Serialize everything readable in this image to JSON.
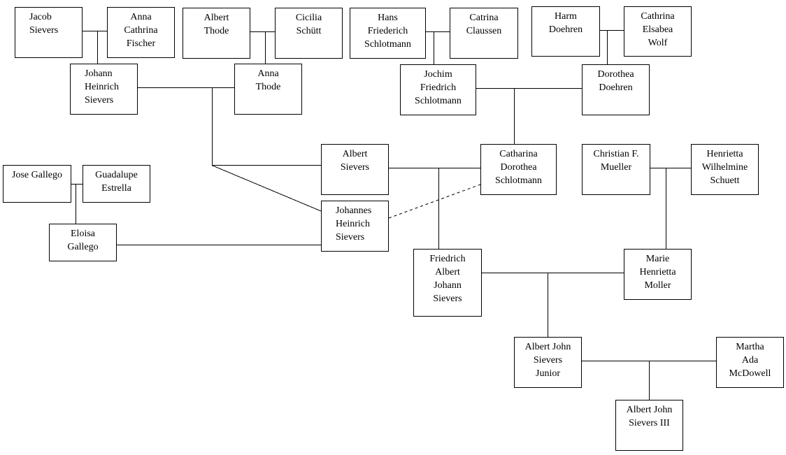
{
  "diagram": {
    "type": "family-tree",
    "colors": {
      "line": "#000000",
      "box_border": "#000000",
      "box_fill": "#ffffff",
      "text": "#000000"
    },
    "people": [
      {
        "id": "jacob-sievers",
        "lines": [
          "Jacob",
          "Sievers"
        ]
      },
      {
        "id": "anna-cathrina-fischer",
        "lines": [
          "Anna",
          "Cathrina",
          "Fischer"
        ]
      },
      {
        "id": "albert-thode",
        "lines": [
          "Albert",
          "Thode"
        ]
      },
      {
        "id": "cicilia-schutt",
        "lines": [
          "Cicilia",
          "Schütt"
        ]
      },
      {
        "id": "hans-friederich-schlotmann",
        "lines": [
          "Hans",
          "Friederich",
          "Schlotmann"
        ]
      },
      {
        "id": "catrina-claussen",
        "lines": [
          "Catrina",
          "Claussen"
        ]
      },
      {
        "id": "harm-doehren",
        "lines": [
          "Harm",
          "Doehren"
        ]
      },
      {
        "id": "cathrina-elsabea-wolf",
        "lines": [
          "Cathrina",
          "Elsabea",
          "Wolf"
        ]
      },
      {
        "id": "johann-heinrich-sievers",
        "lines": [
          "Johann",
          "Heinrich",
          "Sievers"
        ]
      },
      {
        "id": "anna-thode",
        "lines": [
          "Anna",
          "Thode"
        ]
      },
      {
        "id": "jochim-friedrich-schlotmann",
        "lines": [
          "Jochim",
          "Friedrich",
          "Schlotmann"
        ]
      },
      {
        "id": "dorothea-doehren",
        "lines": [
          "Dorothea",
          "Doehren"
        ]
      },
      {
        "id": "jose-gallego",
        "lines": [
          "Jose Gallego"
        ]
      },
      {
        "id": "guadalupe-estrella",
        "lines": [
          "Guadalupe",
          "Estrella"
        ]
      },
      {
        "id": "albert-sievers",
        "lines": [
          "Albert",
          "Sievers"
        ]
      },
      {
        "id": "catharina-dorothea-schlotmann",
        "lines": [
          "Catharina",
          "Dorothea",
          "Schlotmann"
        ]
      },
      {
        "id": "christian-f-mueller",
        "lines": [
          "Christian F.",
          "Mueller"
        ]
      },
      {
        "id": "henrietta-wilhelmine-schuett",
        "lines": [
          "Henrietta",
          "Wilhelmine",
          "Schuett"
        ]
      },
      {
        "id": "johannes-heinrich-sievers",
        "lines": [
          "Johannes",
          "Heinrich",
          "Sievers"
        ]
      },
      {
        "id": "eloisa-gallego",
        "lines": [
          "Eloisa",
          "Gallego"
        ]
      },
      {
        "id": "friedrich-albert-johann-sievers",
        "lines": [
          "Friedrich",
          "Albert",
          "Johann",
          "Sievers"
        ]
      },
      {
        "id": "marie-henrietta-moller",
        "lines": [
          "Marie",
          "Henrietta",
          "Moller"
        ]
      },
      {
        "id": "albert-john-sievers-junior",
        "lines": [
          "Albert John",
          "Sievers",
          "Junior"
        ]
      },
      {
        "id": "martha-ada-mcdowell",
        "lines": [
          "Martha",
          "Ada",
          "McDowell"
        ]
      },
      {
        "id": "albert-john-sievers-iii",
        "lines": [
          "Albert John",
          "Sievers III"
        ]
      }
    ],
    "unions": [
      {
        "partners": [
          "jacob-sievers",
          "anna-cathrina-fischer"
        ],
        "children": [
          "johann-heinrich-sievers"
        ],
        "style": "solid"
      },
      {
        "partners": [
          "albert-thode",
          "cicilia-schutt"
        ],
        "children": [
          "anna-thode"
        ],
        "style": "solid"
      },
      {
        "partners": [
          "hans-friederich-schlotmann",
          "catrina-claussen"
        ],
        "children": [
          "jochim-friedrich-schlotmann"
        ],
        "style": "solid"
      },
      {
        "partners": [
          "harm-doehren",
          "cathrina-elsabea-wolf"
        ],
        "children": [
          "dorothea-doehren"
        ],
        "style": "solid"
      },
      {
        "partners": [
          "johann-heinrich-sievers",
          "anna-thode"
        ],
        "children": [
          "albert-sievers",
          "johannes-heinrich-sievers"
        ],
        "style": "solid"
      },
      {
        "partners": [
          "jochim-friedrich-schlotmann",
          "dorothea-doehren"
        ],
        "children": [
          "catharina-dorothea-schlotmann"
        ],
        "style": "solid"
      },
      {
        "partners": [
          "jose-gallego",
          "guadalupe-estrella"
        ],
        "children": [
          "eloisa-gallego"
        ],
        "style": "solid"
      },
      {
        "partners": [
          "albert-sievers",
          "catharina-dorothea-schlotmann"
        ],
        "children": [
          "friedrich-albert-johann-sievers"
        ],
        "style": "solid"
      },
      {
        "partners": [
          "christian-f-mueller",
          "henrietta-wilhelmine-schuett"
        ],
        "children": [
          "marie-henrietta-moller"
        ],
        "style": "solid"
      },
      {
        "partners": [
          "eloisa-gallego",
          "johannes-heinrich-sievers"
        ],
        "children": [],
        "style": "solid"
      },
      {
        "partners": [
          "johannes-heinrich-sievers",
          "catharina-dorothea-schlotmann"
        ],
        "children": [],
        "style": "dashed"
      },
      {
        "partners": [
          "friedrich-albert-johann-sievers",
          "marie-henrietta-moller"
        ],
        "children": [
          "albert-john-sievers-junior"
        ],
        "style": "solid"
      },
      {
        "partners": [
          "albert-john-sievers-junior",
          "martha-ada-mcdowell"
        ],
        "children": [
          "albert-john-sievers-iii"
        ],
        "style": "solid"
      }
    ]
  }
}
